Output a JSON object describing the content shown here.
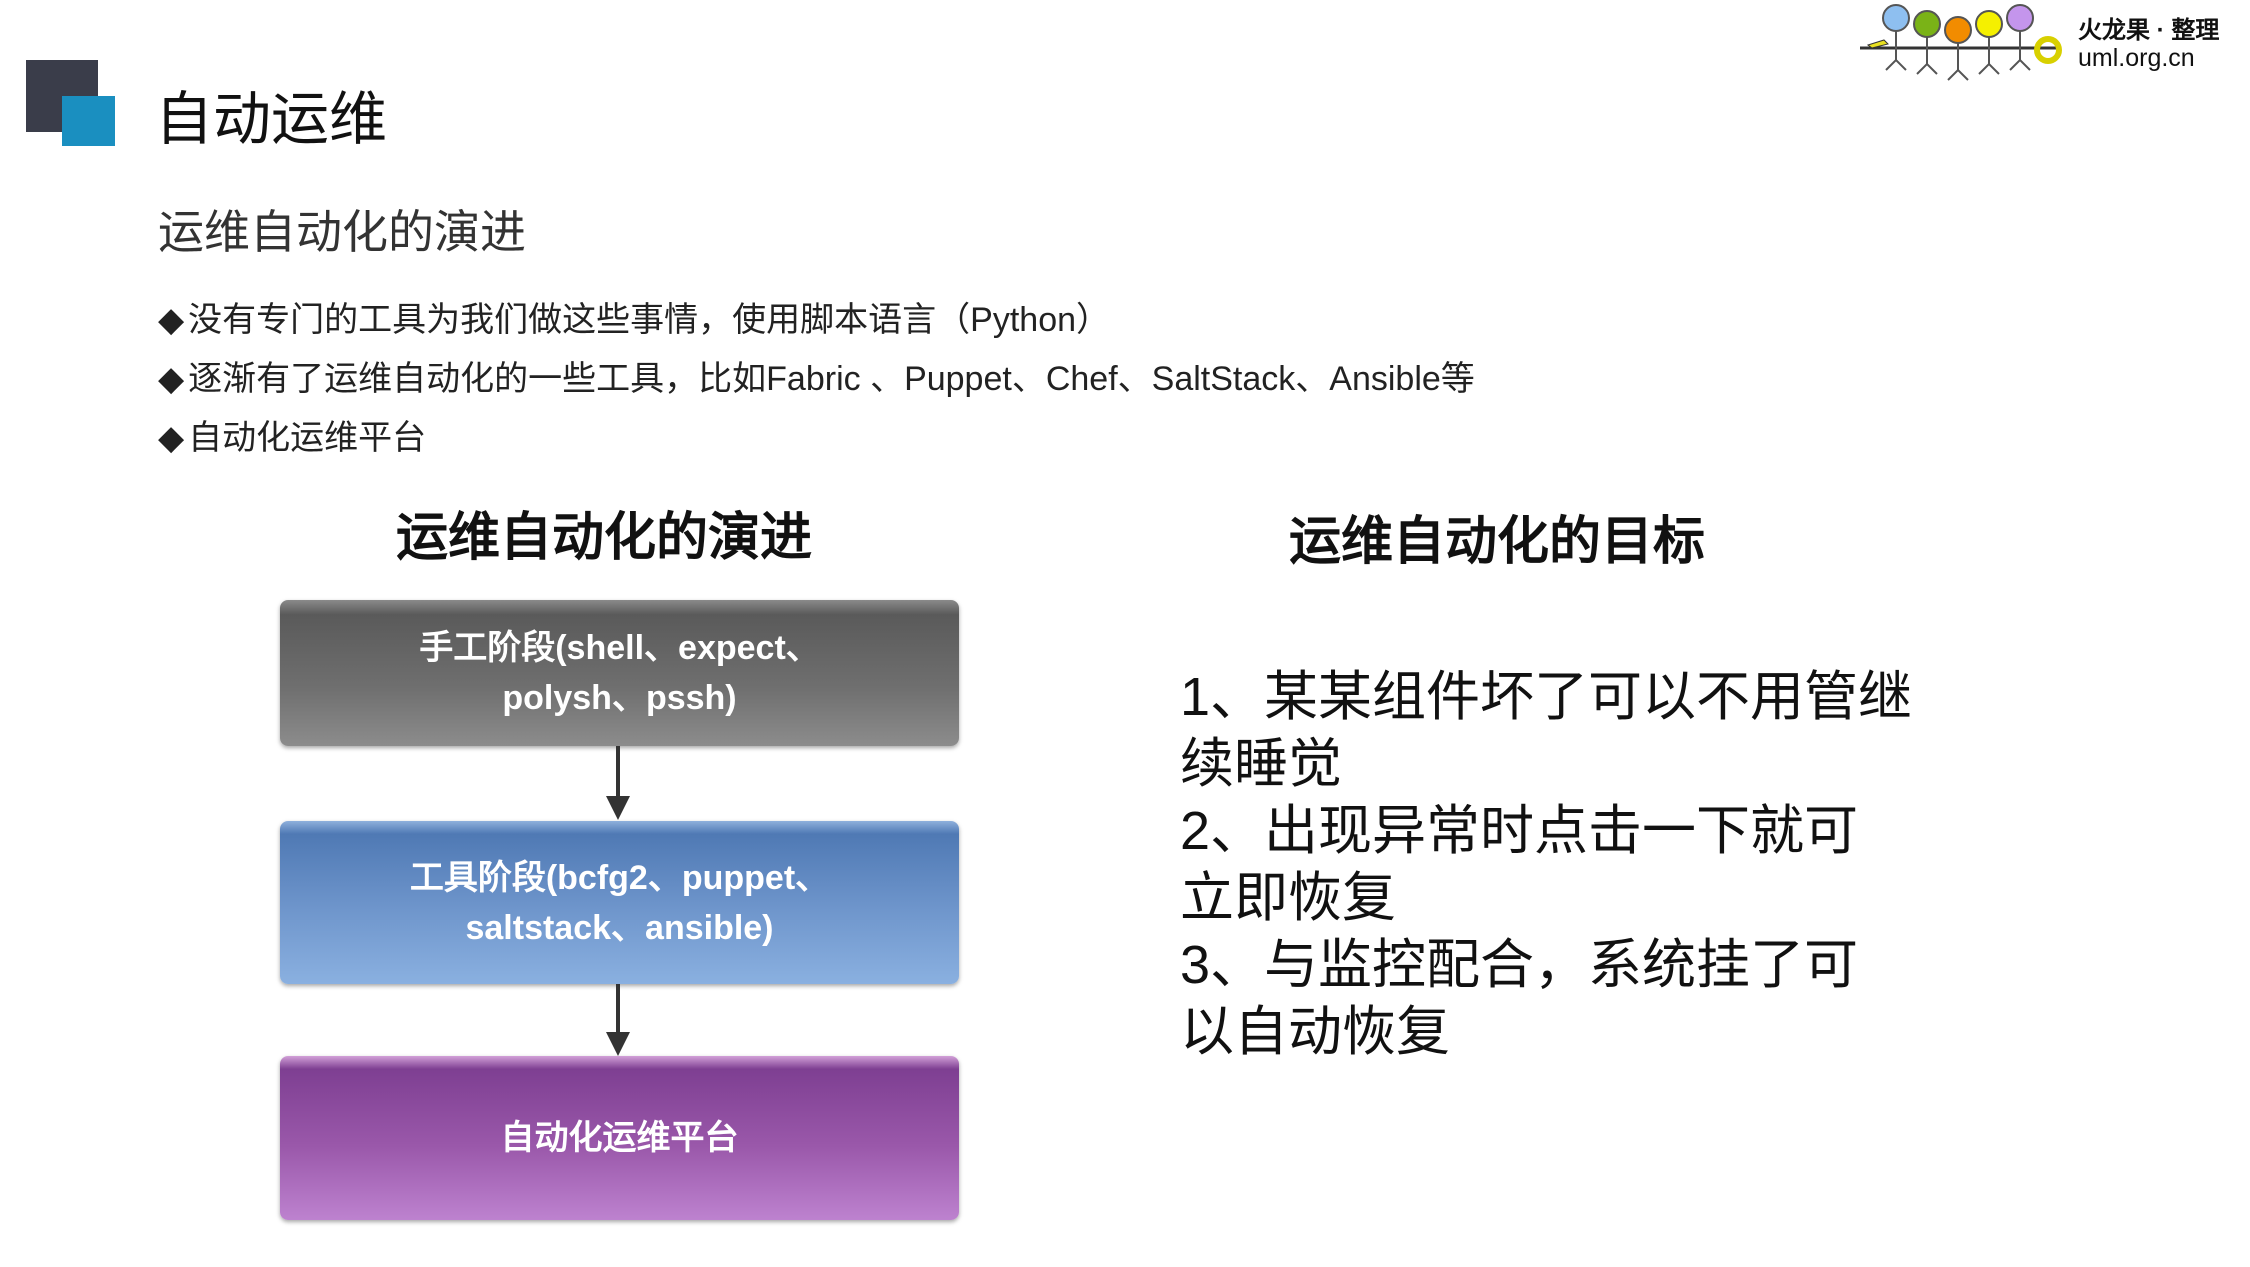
{
  "header": {
    "title": "自动运维",
    "logo_text": "火龙果 · 整理",
    "logo_url": "uml.org.cn"
  },
  "subtitle": "运维自动化的演进",
  "bullets": [
    "没有专门的工具为我们做这些事情，使用脚本语言（Python）",
    "逐渐有了运维自动化的一些工具，比如Fabric 、Puppet、Chef、SaltStack、Ansible等",
    "自动化运维平台"
  ],
  "bullet_marker": "◆",
  "left_heading": "运维自动化的演进",
  "right_heading": "运维自动化的目标",
  "stages": [
    {
      "line1": "手工阶段(shell、expect、",
      "line2": "polysh、pssh)"
    },
    {
      "line1": "工具阶段(bcfg2、puppet、",
      "line2": "saltstack、ansible)"
    },
    {
      "line1": "自动化运维平台"
    }
  ],
  "goals": [
    "1、某某组件坏了可以不用管继",
    "续睡觉",
    " 2、出现异常时点击一下就可",
    "立即恢复",
    " 3、与监控配合，系统挂了可",
    "以自动恢复"
  ],
  "colors": {
    "dark_square": "#3a3d4a",
    "teal_square": "#1a8fc0",
    "stage1": "#6f6f6f",
    "stage2": "#6f96cc",
    "stage3": "#9a58aa"
  }
}
